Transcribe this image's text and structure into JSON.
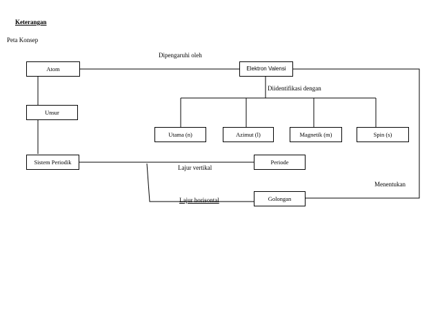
{
  "heading": "Keterangan",
  "subtitle": "Peta Konsep",
  "nodes": {
    "atom": "Atom",
    "elektron_valensi": "Elektron Valensi",
    "unsur": "Unsur",
    "utama": "Utama (n)",
    "azimut": "Azimut  (l)",
    "magnetik": "Magnetik  (m)",
    "spin": "Spin  (s)",
    "sistem_periodik": "Sistem  Periodik",
    "periode": "Periode",
    "golongan": "Golongan"
  },
  "labels": {
    "dipengaruhi": "Dipengaruhi  oleh",
    "diidentifikasi": "Diidentifikasi  dengan",
    "lajur_vertikal": "Lajur  vertikal",
    "menentukan": "Menentukan",
    "lajur_horisontal": "Lajur  horisontal"
  },
  "colors": {
    "line": "#000000",
    "background": "#ffffff"
  }
}
